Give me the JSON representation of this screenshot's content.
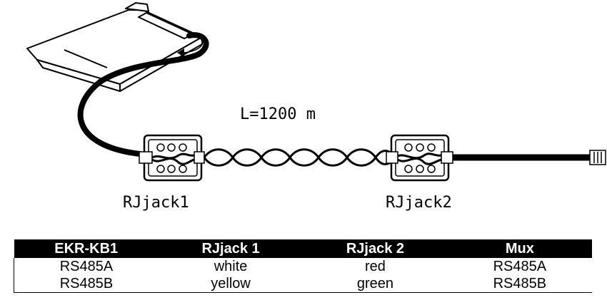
{
  "diagram": {
    "length_label": "L=1200 m",
    "jack1_label": "RJjack1",
    "jack2_label": "RJjack2"
  },
  "table": {
    "headers": [
      "EKR-KB1",
      "RJjack 1",
      "RJjack 2",
      "Mux"
    ],
    "rows": [
      [
        "RS485A",
        "white",
        "red",
        "RS485A"
      ],
      [
        "RS485B",
        "yellow",
        "green",
        "RS485B"
      ]
    ]
  }
}
